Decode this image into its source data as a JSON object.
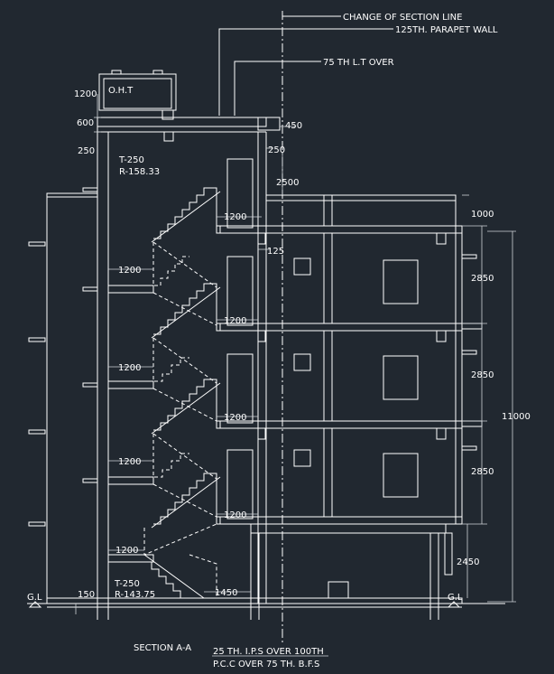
{
  "annotations": {
    "change_of_section": "CHANGE OF SECTION LINE",
    "parapet": "125TH. PARAPET WALL",
    "lt_over": "75 TH L.T OVER",
    "oht": "O.H.T",
    "tread_top": "T-250",
    "riser_top": "R-158.33",
    "tread_bottom": "T-250",
    "riser_bottom": "R-143.75",
    "gl_left": "G.L",
    "gl_right": "G.L",
    "section_title": "SECTION A-A",
    "foundation_line1": "25 TH. I.P.S OVER 100TH",
    "foundation_line2": "P.C.C OVER 75 TH. B.F.S"
  },
  "dimensions": {
    "d1200_tank": "1200",
    "d600": "600",
    "d250_left": "250",
    "d450": "450",
    "d250_right": "250",
    "d2500": "2500",
    "d1000": "1000",
    "d125": "125",
    "d2850_a": "2850",
    "d2850_b": "2850",
    "d2850_c": "2850",
    "d11000": "11000",
    "d2450": "2450",
    "d150": "150",
    "d1450": "1450",
    "landing_widths": [
      "1200",
      "1200",
      "1200",
      "1200",
      "1200",
      "1200",
      "1200",
      "1200"
    ]
  }
}
